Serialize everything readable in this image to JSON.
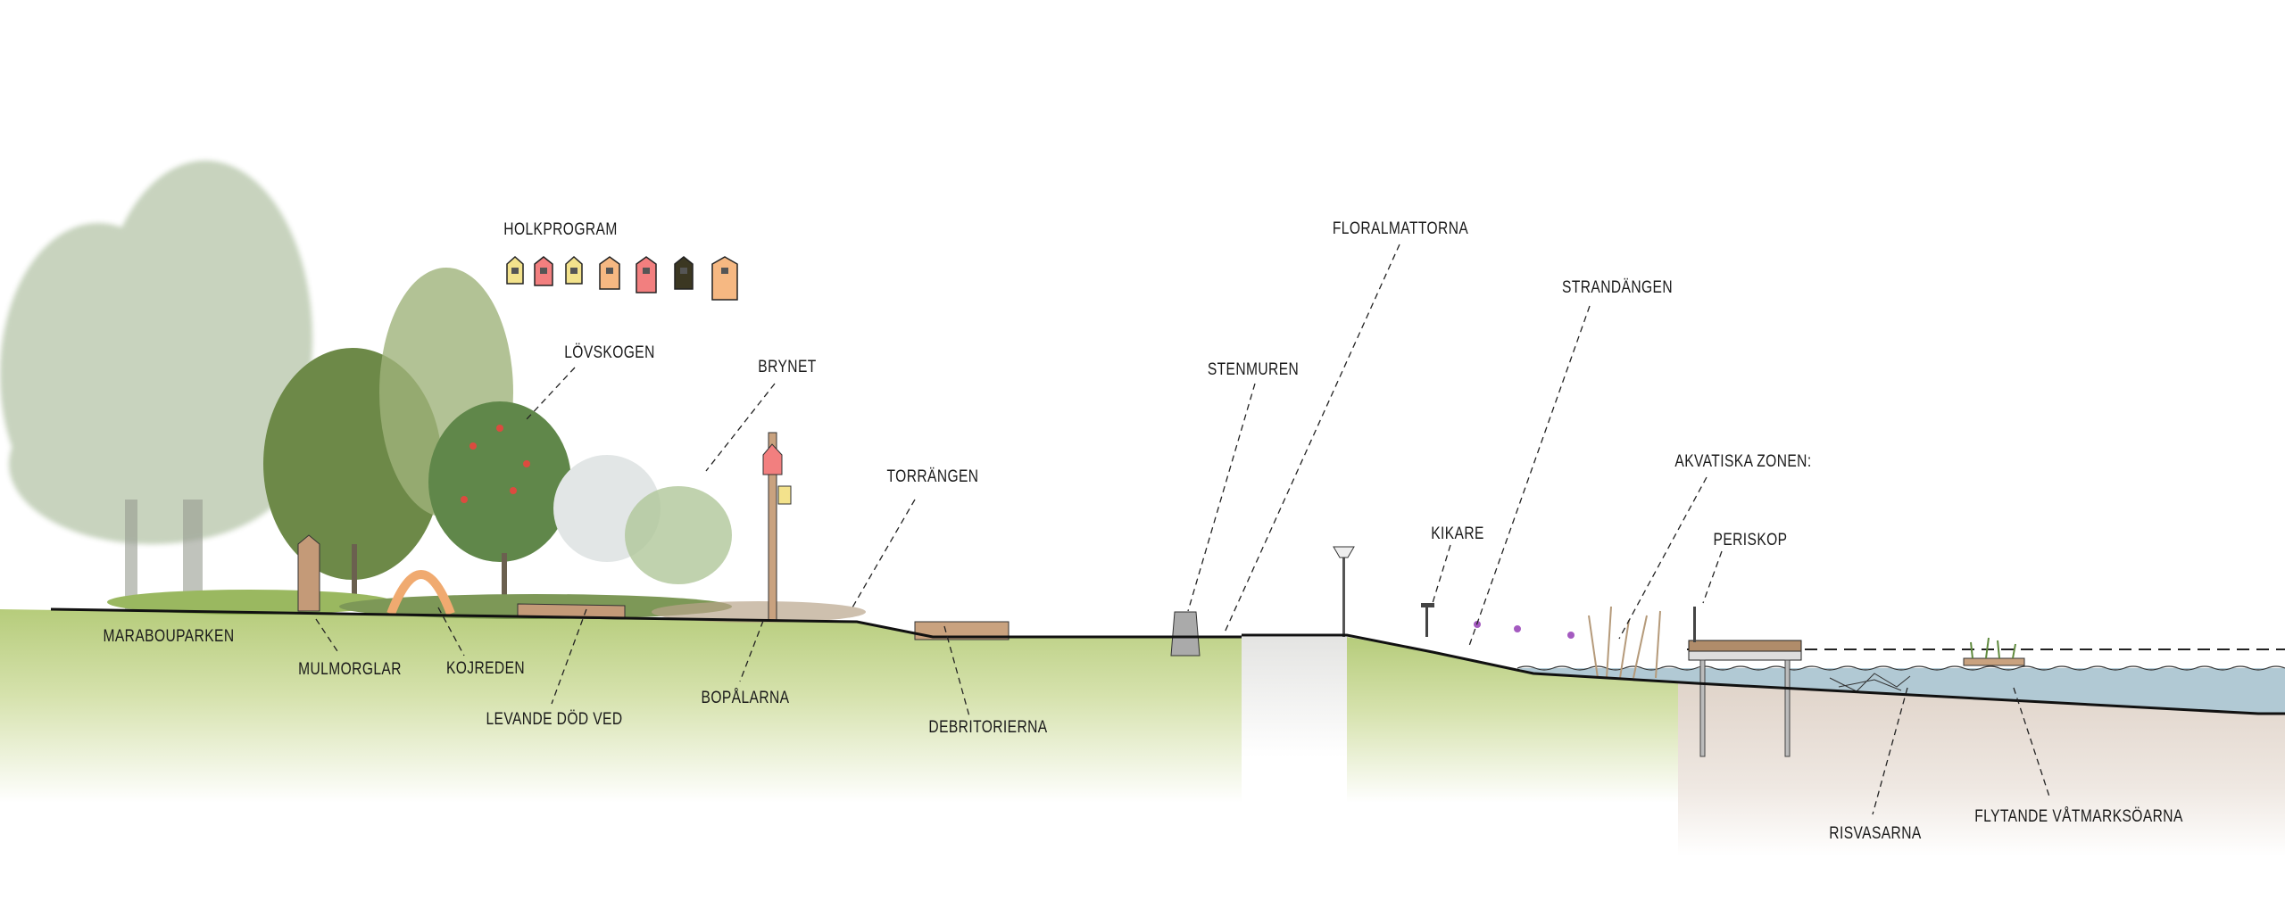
{
  "title": "HOLKPROGRAM",
  "birdhouses": [
    {
      "name": "holk-1",
      "color": "#f3e28c"
    },
    {
      "name": "holk-2",
      "color": "#f27f7f"
    },
    {
      "name": "holk-3",
      "color": "#f3e28c"
    },
    {
      "name": "holk-4",
      "color": "#f6b882"
    },
    {
      "name": "holk-5",
      "color": "#f27f7f"
    },
    {
      "name": "holk-6",
      "color": "#3b3722"
    },
    {
      "name": "holk-7",
      "color": "#f6b882"
    }
  ],
  "labels": {
    "lovskogen": "LÖVSKOGEN",
    "brynet": "BRYNET",
    "torrangen": "TORRÄNGEN",
    "floralmattorna": "FLORALMATTORNA",
    "strandangen": "STRANDÄNGEN",
    "stenmuren": "STENMUREN",
    "kikare": "KIKARE",
    "akvatiska": "AKVATISKA ZONEN:",
    "periskop": "PERISKOP",
    "marabouparken": "MARABOUPARKEN",
    "mulmorglar": "MULMORGLAR",
    "kojreden": "KOJREDEN",
    "levande": "LEVANDE DÖD VED",
    "bopalarna": "BOPÅLARNA",
    "debritorierna": "DEBRITORIERNA",
    "risvasarna": "RISVASARNA",
    "flytande": "FLYTANDE VÅTMARKSÖARNA"
  },
  "colors": {
    "ground": "#b9cf7e",
    "water": "#9fbccb",
    "lakebed": "#e2d6cc",
    "line": "#111111"
  }
}
